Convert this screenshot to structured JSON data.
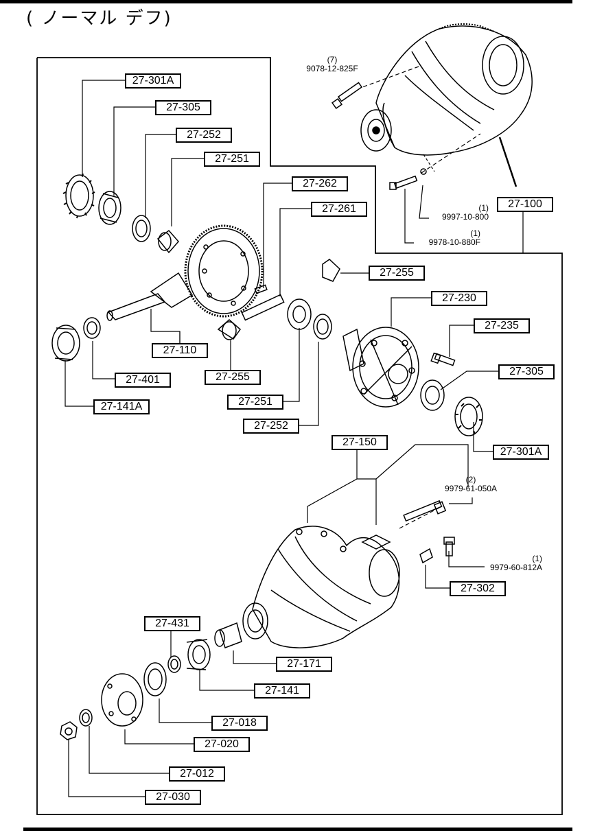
{
  "title": "( ノーマル デフ)",
  "labels": {
    "l_27301A_top": "27-301A",
    "l_27305_top": "27-305",
    "l_27252_top": "27-252",
    "l_27251_top": "27-251",
    "l_27262": "27-262",
    "l_27261": "27-261",
    "l_27100": "27-100",
    "l_27255_right": "27-255",
    "l_27230": "27-230",
    "l_27235": "27-235",
    "l_27305_right": "27-305",
    "l_27301A_right": "27-301A",
    "l_27110": "27-110",
    "l_27401": "27-401",
    "l_27255_low": "27-255",
    "l_27251_low": "27-251",
    "l_27141A": "27-141A",
    "l_27252_low": "27-252",
    "l_27150": "27-150",
    "l_27302": "27-302",
    "l_27431": "27-431",
    "l_27171": "27-171",
    "l_27141": "27-141",
    "l_27018": "27-018",
    "l_27020": "27-020",
    "l_27012": "27-012",
    "l_27030": "27-030"
  },
  "part_numbers": {
    "p1": {
      "qty": "(7)",
      "num": "9078-12-825F"
    },
    "p2": {
      "qty": "(1)",
      "num": "9997-10-800"
    },
    "p3": {
      "qty": "(1)",
      "num": "9978-10-880F"
    },
    "p4": {
      "qty": "(2)",
      "num": "9979-61-050A"
    },
    "p5": {
      "qty": "(1)",
      "num": "9979-60-812A"
    }
  }
}
